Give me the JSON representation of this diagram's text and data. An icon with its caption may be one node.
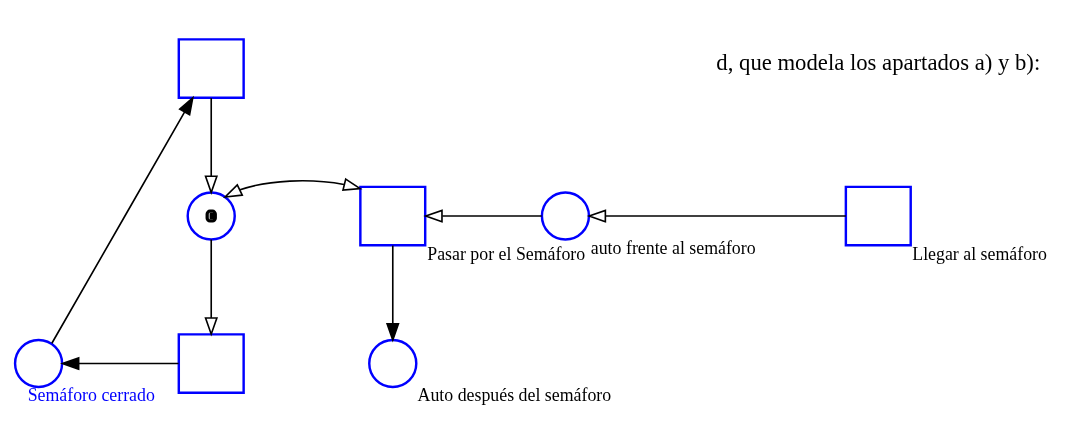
{
  "diagram": {
    "nodes": [
      {
        "text": [],
        "shape": "box"
      },
      {
        "text": [],
        "shape": "circle",
        "beside": [
          "Semáforo cerrado"
        ]
      },
      {
        "text": [],
        "shape": "circle"
      },
      {
        "text": [],
        "shape": "box"
      },
      {
        "text": [],
        "shape": "circle",
        "beside": [
          "Auto después del semáforo"
        ]
      },
      {
        "text": [],
        "shape": "box",
        "beside": [
          "Pasar por el Semáforo"
        ]
      },
      {
        "text": [],
        "shape": "circle",
        "beside": [
          "auto frente al semáforo"
        ]
      },
      {
        "text": [],
        "shape": "box",
        "beside": [
          "Llegar al semáforo"
        ]
      }
    ],
    "edges": [
      {
        "from": 1,
        "to": 0,
        "arrow": "to"
      },
      {
        "from": 0,
        "to": 2,
        "arrow": "to"
      },
      {
        "from": 2,
        "to": 3,
        "arrow": "to"
      },
      {
        "from": 3,
        "to": 1,
        "arrow": "to"
      },
      {
        "from": 2,
        "to": 5,
        "arrow": "both"
      },
      {
        "from": 5,
        "to": 4,
        "arrow": "to"
      },
      {
        "from": 6,
        "to": 5,
        "arrow": "to"
      },
      {
        "from": 7,
        "to": 6,
        "arrow": "to"
      }
    ],
    "labels": [
      "d, que modela los apartados a) y b):"
    ]
  }
}
